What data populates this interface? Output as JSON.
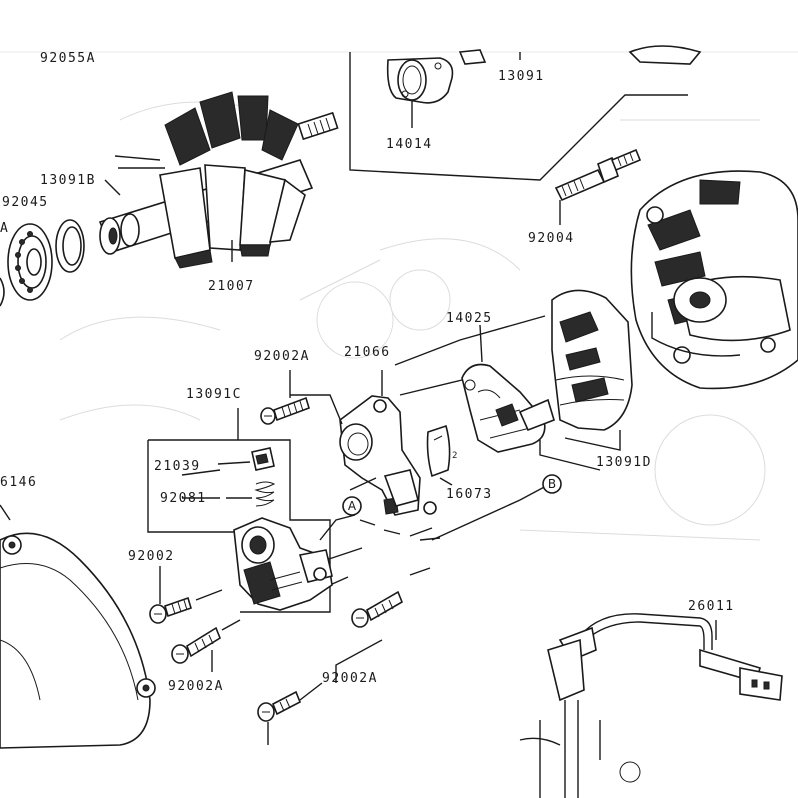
{
  "labels": {
    "p92055A": "92055A",
    "p13091": "13091",
    "p14014": "14014",
    "p13091B": "13091B",
    "p92045": "92045",
    "pA_edge": "A",
    "p92004": "92004",
    "p21007": "21007",
    "p14025": "14025",
    "p92002A_top": "92002A",
    "p21066": "21066",
    "p13091C": "13091C",
    "p21039": "21039",
    "p92081": "92081",
    "p16073": "16073",
    "p13091D": "13091D",
    "p6146": "6146",
    "p92002": "92002",
    "p26011": "26011",
    "p92002A_left": "92002A",
    "p92002A_right": "92002A"
  },
  "callouts": {
    "A": "A",
    "B": "B"
  }
}
